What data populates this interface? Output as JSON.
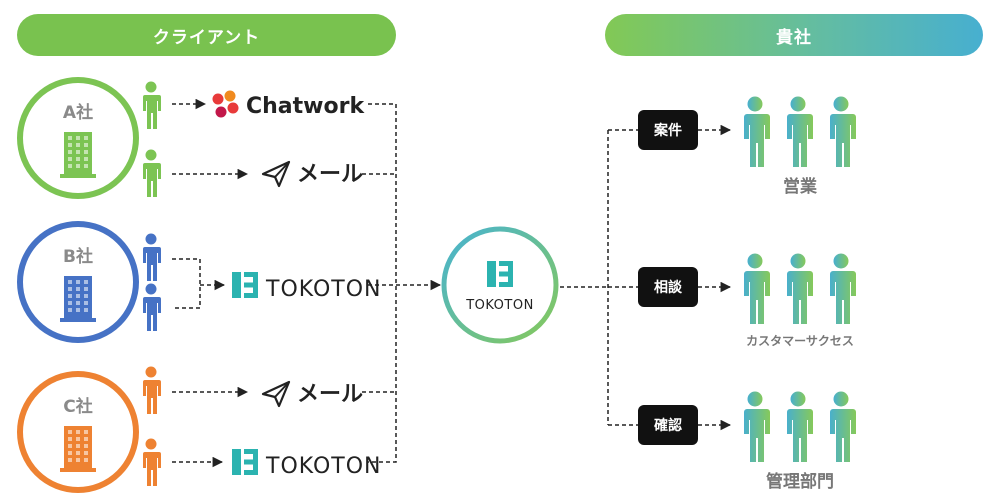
{
  "headers": {
    "client": "クライアント",
    "company": "貴社"
  },
  "clients": [
    {
      "name": "A社",
      "color": "#7cc453"
    },
    {
      "name": "B社",
      "color": "#4672c5"
    },
    {
      "name": "C社",
      "color": "#ee8232"
    }
  ],
  "channels": {
    "chatwork": "Chatwork",
    "mail_a": "メール",
    "tokoton_b": "TOKOTON",
    "mail_c": "メール",
    "tokoton_c": "TOKOTON"
  },
  "hub": {
    "label": "TOKOTON"
  },
  "routes": [
    {
      "tag": "案件",
      "team": "営業"
    },
    {
      "tag": "相談",
      "team": "カスタマーサクセス"
    },
    {
      "tag": "確認",
      "team": "管理部門"
    }
  ],
  "colors": {
    "green": "#7cc453",
    "blue": "#4672c5",
    "orange": "#ee8232",
    "teal": "#1cb5ac",
    "dark": "#222222",
    "tag_bg": "#111111",
    "team_text": "#777777"
  }
}
